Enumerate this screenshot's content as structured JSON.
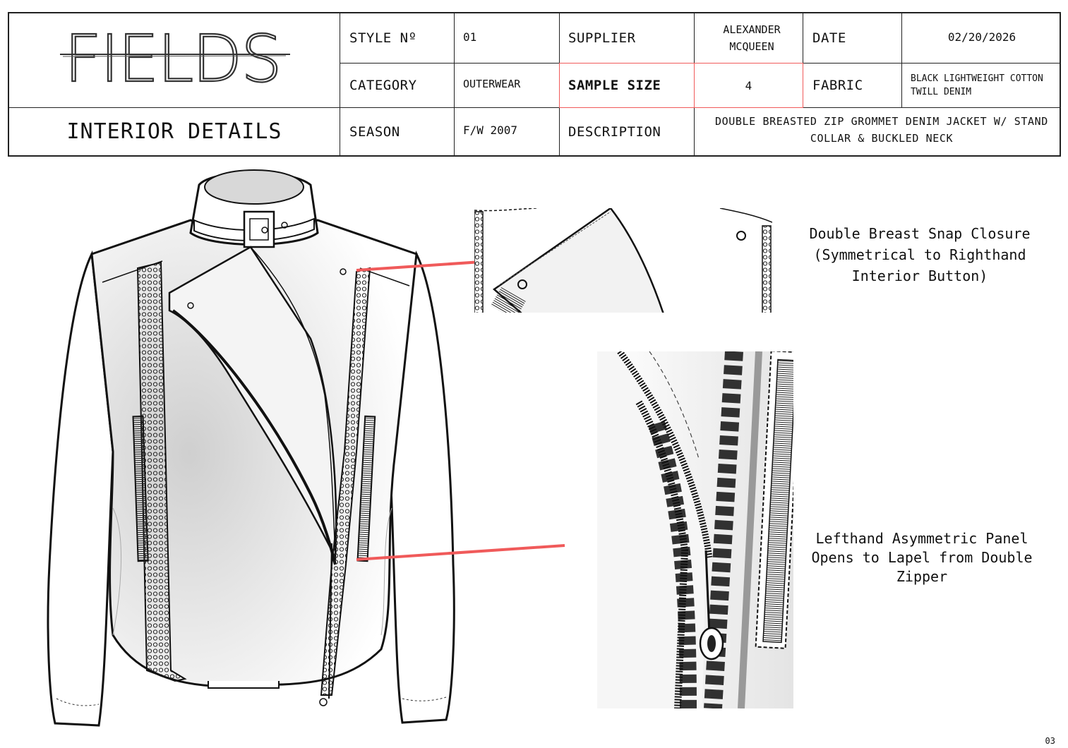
{
  "brand": {
    "logo_text": "FIELDS"
  },
  "header": {
    "page_title": "INTERIOR DETAILS",
    "style_no_label": "STYLE Nº",
    "style_no_value": "01",
    "supplier_label": "SUPPLIER",
    "supplier_value": "ALEXANDER MCQUEEN",
    "date_label": "DATE",
    "date_value": "02/20/2026",
    "category_label": "CATEGORY",
    "category_value": "OUTERWEAR",
    "sample_size_label": "SAMPLE SIZE",
    "sample_size_value": "4",
    "fabric_label": "FABRIC",
    "fabric_value": "BLACK LIGHTWEIGHT COTTON TWILL DENIM",
    "season_label": "SEASON",
    "season_value": "F/W 2007",
    "description_label": "DESCRIPTION",
    "description_value": "DOUBLE BREASTED ZIP GROMMET DENIM JACKET W/ STAND COLLAR & BUCKLED NECK"
  },
  "callouts": {
    "snap_closure": "Double Breast Snap Closure\n (Symmetrical to Righthand\n Interior Button)",
    "asymmetric_panel": "Lefthand Asymmetric Panel\nOpens to Lapel from Double\nZipper"
  },
  "page_number": "03",
  "colors": {
    "border": "#222222",
    "highlight": "#f05a5a",
    "leader": "#f05a5a"
  }
}
